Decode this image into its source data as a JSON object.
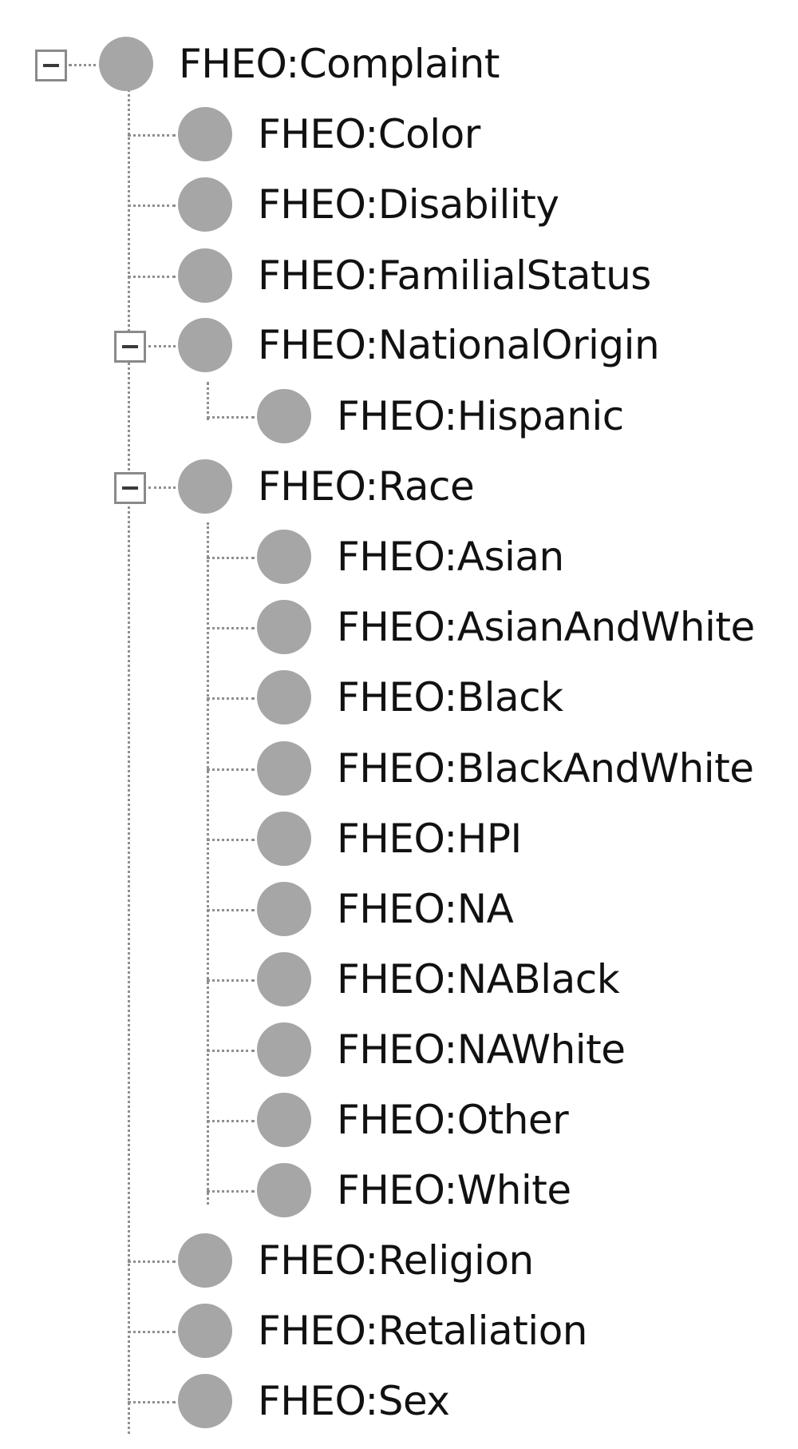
{
  "tree": {
    "root": {
      "label": "FHEO:Complaint",
      "icon": "class-circle-icon",
      "expanded": true
    },
    "level1": [
      {
        "label": "FHEO:Color",
        "icon": "class-circle-icon"
      },
      {
        "label": "FHEO:Disability",
        "icon": "class-circle-icon"
      },
      {
        "label": "FHEO:FamilialStatus",
        "icon": "class-circle-icon"
      },
      {
        "label": "FHEO:NationalOrigin",
        "icon": "class-circle-icon",
        "expanded": true
      },
      {
        "label": "FHEO:Race",
        "icon": "class-circle-icon",
        "expanded": true
      },
      {
        "label": "FHEO:Religion",
        "icon": "class-circle-icon"
      },
      {
        "label": "FHEO:Retaliation",
        "icon": "class-circle-icon"
      },
      {
        "label": "FHEO:Sex",
        "icon": "class-circle-icon"
      }
    ],
    "national_origin_children": [
      {
        "label": "FHEO:Hispanic",
        "icon": "class-circle-icon"
      }
    ],
    "race_children": [
      {
        "label": "FHEO:Asian",
        "icon": "class-circle-icon"
      },
      {
        "label": "FHEO:AsianAndWhite",
        "icon": "class-circle-icon"
      },
      {
        "label": "FHEO:Black",
        "icon": "class-circle-icon"
      },
      {
        "label": "FHEO:BlackAndWhite",
        "icon": "class-circle-icon"
      },
      {
        "label": "FHEO:HPI",
        "icon": "class-circle-icon"
      },
      {
        "label": "FHEO:NA",
        "icon": "class-circle-icon"
      },
      {
        "label": "FHEO:NABlack",
        "icon": "class-circle-icon"
      },
      {
        "label": "FHEO:NAWhite",
        "icon": "class-circle-icon"
      },
      {
        "label": "FHEO:Other",
        "icon": "class-circle-icon"
      },
      {
        "label": "FHEO:White",
        "icon": "class-circle-icon"
      }
    ],
    "colors": {
      "bullet": "#a6a6a6",
      "guide": "#8f8f8f",
      "text": "#111111",
      "toggle_border": "#8a8a8a"
    }
  }
}
